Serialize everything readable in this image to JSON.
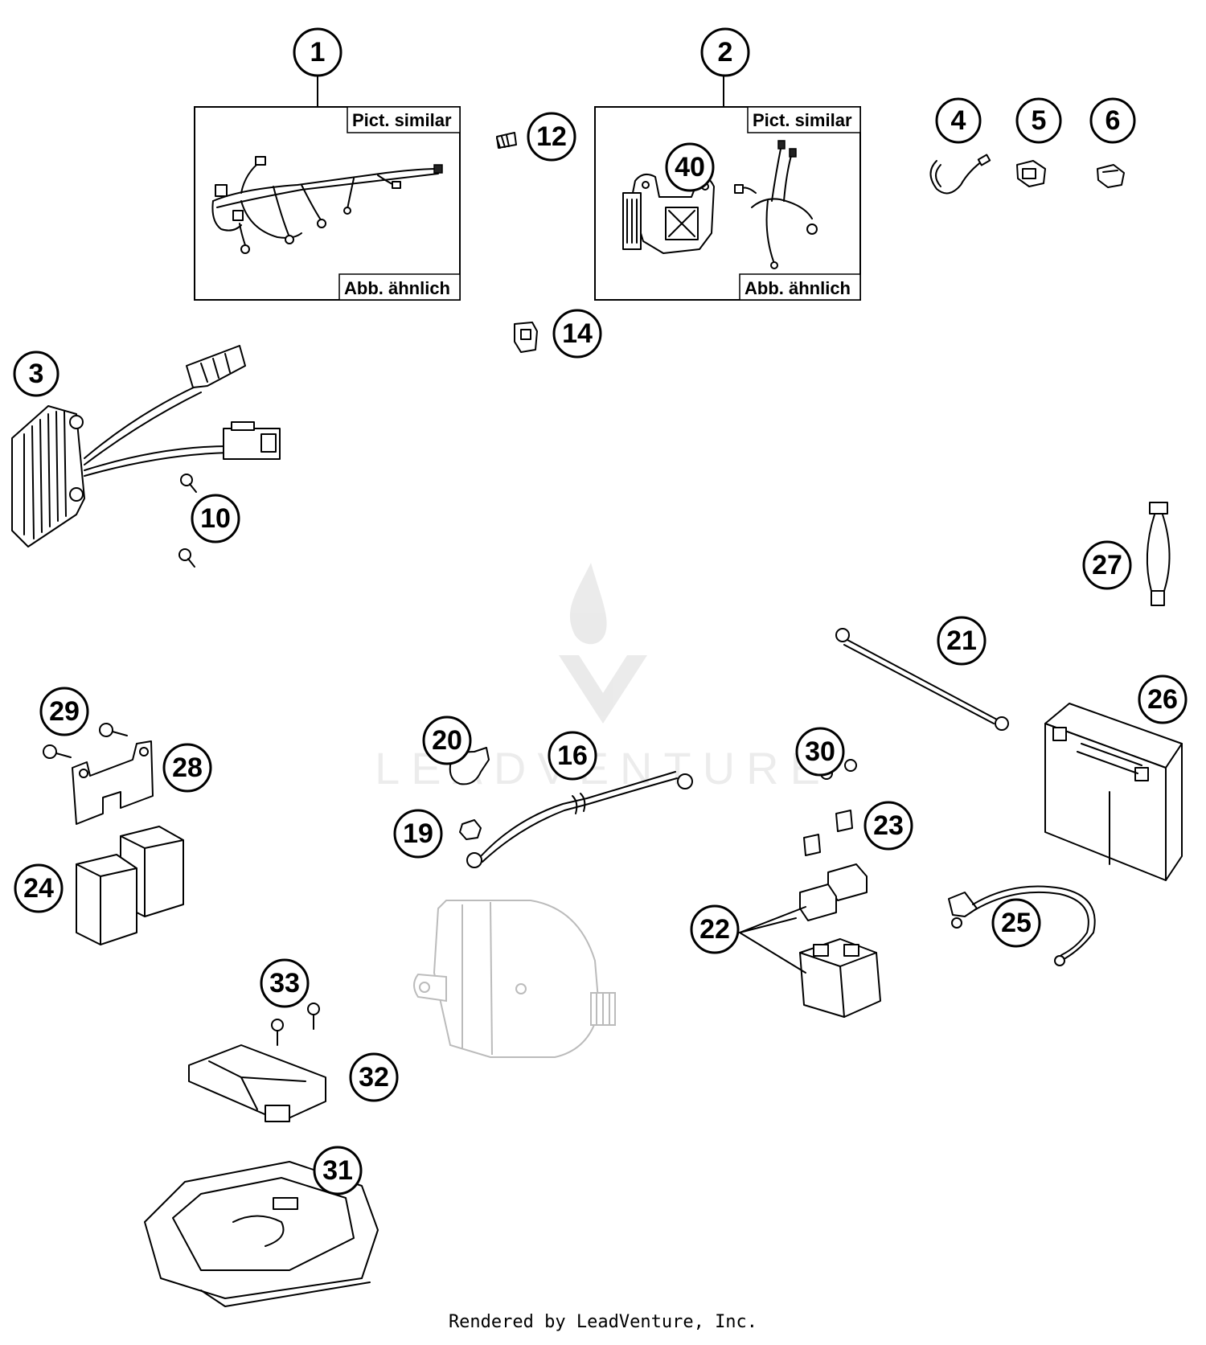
{
  "callouts": {
    "c1": "1",
    "c2": "2",
    "c3": "3",
    "c4": "4",
    "c5": "5",
    "c6": "6",
    "c10": "10",
    "c12": "12",
    "c14": "14",
    "c16": "16",
    "c19": "19",
    "c20": "20",
    "c21": "21",
    "c22": "22",
    "c23": "23",
    "c24": "24",
    "c25": "25",
    "c26": "26",
    "c27": "27",
    "c28": "28",
    "c29": "29",
    "c30": "30",
    "c31": "31",
    "c32": "32",
    "c33": "33",
    "c40": "40"
  },
  "box1": {
    "top_label": "Pict. similar",
    "bottom_label": "Abb. ähnlich"
  },
  "box2": {
    "top_label": "Pict. similar",
    "bottom_label": "Abb. ähnlich"
  },
  "watermark": "LEADVENTURE",
  "footer": "Rendered by LeadVenture, Inc."
}
